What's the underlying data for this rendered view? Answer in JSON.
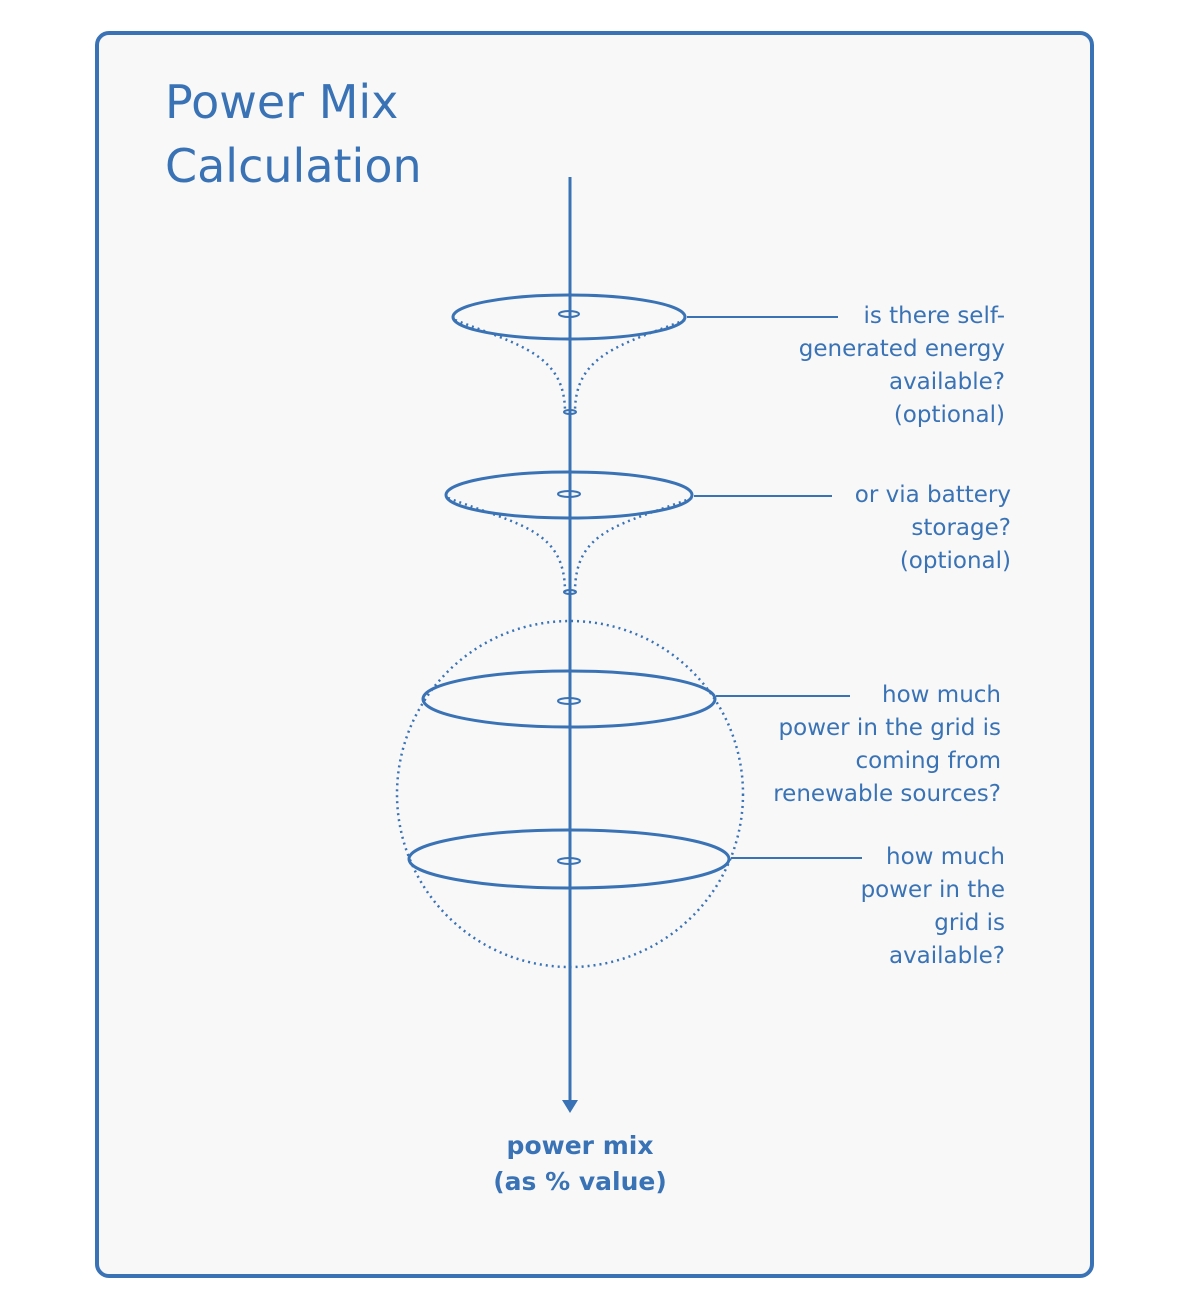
{
  "title": {
    "line1": "Power Mix",
    "line2": "Calculation"
  },
  "stages": [
    {
      "lines": [
        "is there self-",
        "generated energy",
        "available?",
        "(optional)"
      ]
    },
    {
      "lines": [
        "or via battery",
        "storage?",
        "(optional)"
      ]
    },
    {
      "lines": [
        "how much",
        "power in the grid is",
        "coming from",
        "renewable sources?"
      ]
    },
    {
      "lines": [
        "how much",
        "power in the",
        "grid is",
        "available?"
      ]
    }
  ],
  "output": {
    "line1": "power mix",
    "line2": "(as % value)"
  },
  "colors": {
    "accent": "#3a73b5",
    "background": "#f8f8f8"
  }
}
